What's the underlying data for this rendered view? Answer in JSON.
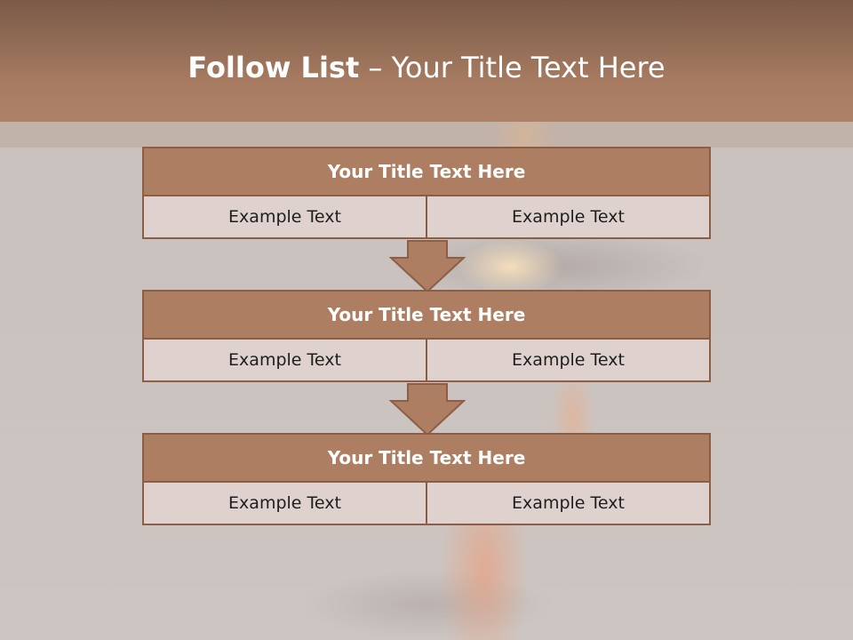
{
  "slide": {
    "title_bold": "Follow List",
    "title_rest": " – Your Title Text Here"
  },
  "blocks": [
    {
      "title": "Your Title Text Here",
      "left": "Example Text",
      "right": "Example Text"
    },
    {
      "title": "Your Title Text Here",
      "left": "Example Text",
      "right": "Example Text"
    },
    {
      "title": "Your Title Text Here",
      "left": "Example Text",
      "right": "Example Text"
    }
  ],
  "colors": {
    "header": "#a57a60",
    "block_title": "#ae7e62",
    "block_border": "#8c5e46",
    "cell": "#dfd2ce",
    "arrow": "#ae7e62"
  }
}
